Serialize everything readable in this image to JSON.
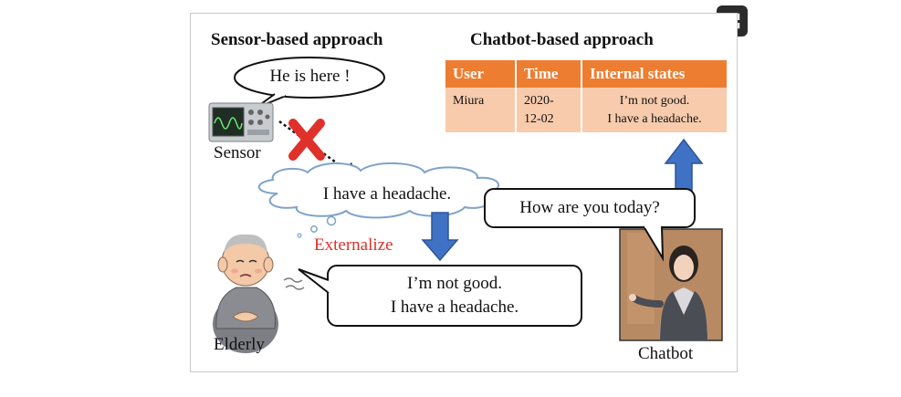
{
  "headings": {
    "sensor": "Sensor-based approach",
    "chatbot": "Chatbot-based approach"
  },
  "sensor_bubble": "He is here !",
  "sensor_label": "Sensor",
  "thought": "I have a headache.",
  "externalize_label": "Externalize",
  "elderly_speech": [
    "I’m not good.",
    "I have a headache."
  ],
  "elderly_label": "Elderly",
  "chatbot_question": "How are you today?",
  "chatbot_label": "Chatbot",
  "table": {
    "headers": [
      "User",
      "Time",
      "Internal states"
    ],
    "row": {
      "user": "Miura",
      "time": [
        "2020-",
        "12-02"
      ],
      "states": [
        "I’m not good.",
        "I have a headache."
      ]
    }
  },
  "colors": {
    "table_header": "#ed7d31",
    "table_cell": "#f8cbad",
    "arrow": "#3f72c4",
    "cross": "#e0302a",
    "externalize": "#e0302a"
  },
  "icons": {
    "expand": "external-link-icon",
    "cross": "cross-mark-icon",
    "arrows": "block-arrow-icon"
  }
}
